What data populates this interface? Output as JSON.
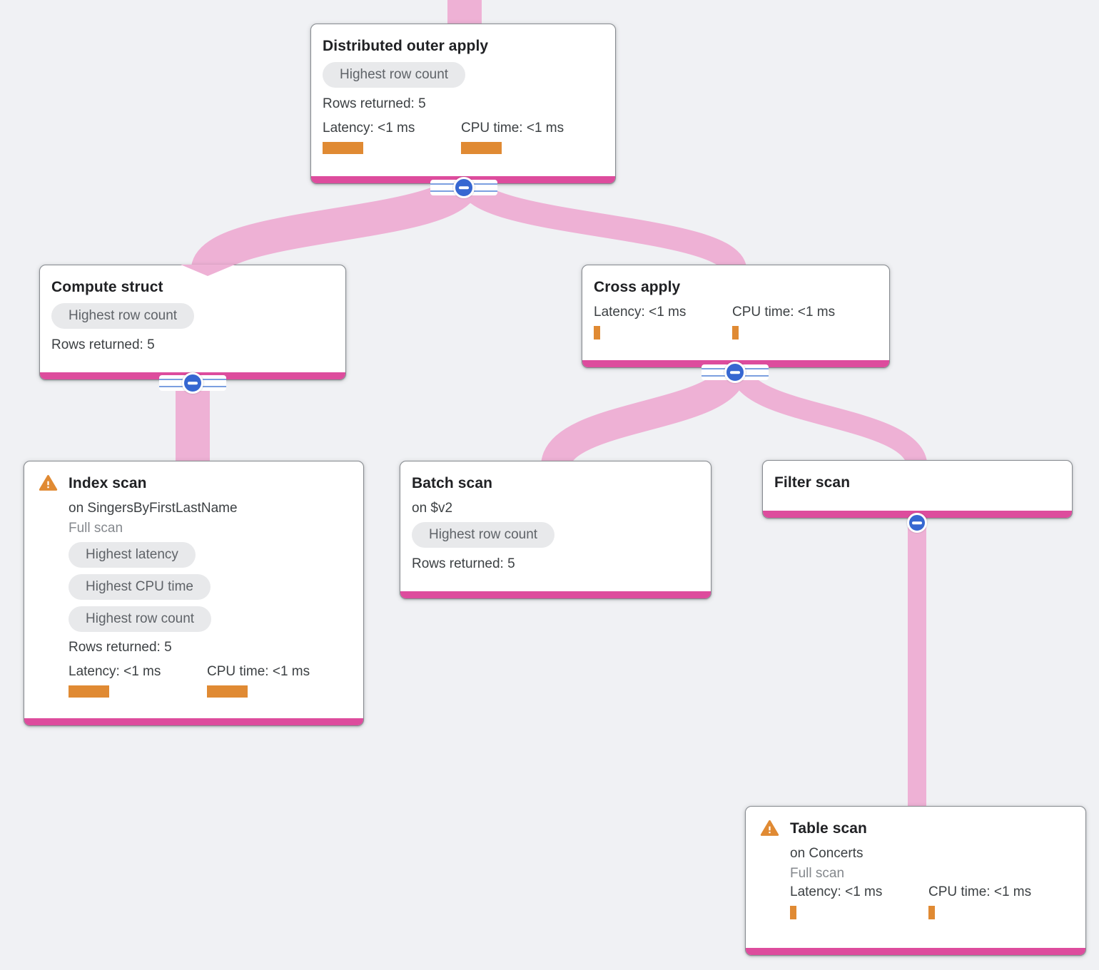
{
  "view": {
    "name": "Query execution plan graph",
    "background": "#f0f1f4"
  },
  "colors": {
    "accent": "#dd4c9d",
    "edge": "#eeb1d5",
    "orange": "#e08a33",
    "blue": "#3667d1",
    "badge-bg": "#e8e9eb",
    "badge-text": "#5f6368"
  },
  "icons": {
    "warning": "warning-triangle-icon",
    "collapse": "collapse-minus-icon"
  },
  "nodes": {
    "distributed_outer_apply": {
      "title": "Distributed outer apply",
      "badges": [
        "Highest row count"
      ],
      "rows_returned": "Rows returned: 5",
      "latency": "Latency: <1 ms",
      "cpu_time": "CPU time: <1 ms"
    },
    "compute_struct": {
      "title": "Compute struct",
      "badges": [
        "Highest row count"
      ],
      "rows_returned": "Rows returned: 5"
    },
    "cross_apply": {
      "title": "Cross apply",
      "latency": "Latency: <1 ms",
      "cpu_time": "CPU time: <1 ms"
    },
    "index_scan": {
      "title": "Index scan",
      "target": "on SingersByFirstLastName",
      "scan_type": "Full scan",
      "badges": [
        "Highest latency",
        "Highest CPU time",
        "Highest row count"
      ],
      "rows_returned": "Rows returned: 5",
      "latency": "Latency: <1 ms",
      "cpu_time": "CPU time: <1 ms"
    },
    "batch_scan": {
      "title": "Batch scan",
      "target": "on $v2",
      "badges": [
        "Highest row count"
      ],
      "rows_returned": "Rows returned: 5"
    },
    "filter_scan": {
      "title": "Filter scan"
    },
    "table_scan": {
      "title": "Table scan",
      "target": "on Concerts",
      "scan_type": "Full scan",
      "latency": "Latency: <1 ms",
      "cpu_time": "CPU time: <1 ms"
    }
  }
}
